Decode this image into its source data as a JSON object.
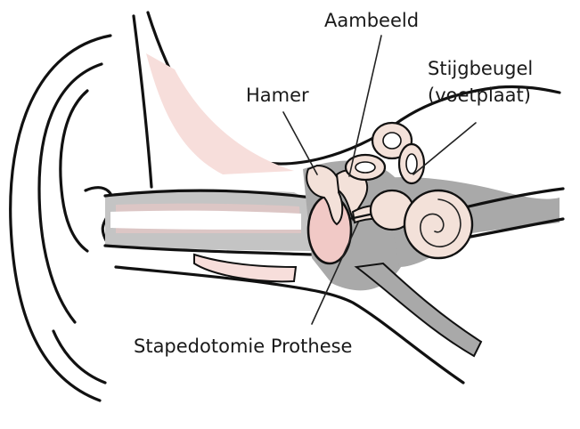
{
  "labels": {
    "incus": "Aambeeld",
    "stapes_line1": "Stijgbeugel",
    "stapes_line2": "(voetplaat)",
    "malleus": "Hamer",
    "prosthesis": "Stapedotomie Prothese"
  },
  "colors": {
    "background": "#ffffff",
    "ink": "#111111",
    "canal_gray": "#a9a9a9",
    "tissue_gray": "#c4c4c4",
    "pink": "#f1c9c6",
    "pink_light": "#f7dedb",
    "ossicle_cream": "#f3e1d9"
  }
}
